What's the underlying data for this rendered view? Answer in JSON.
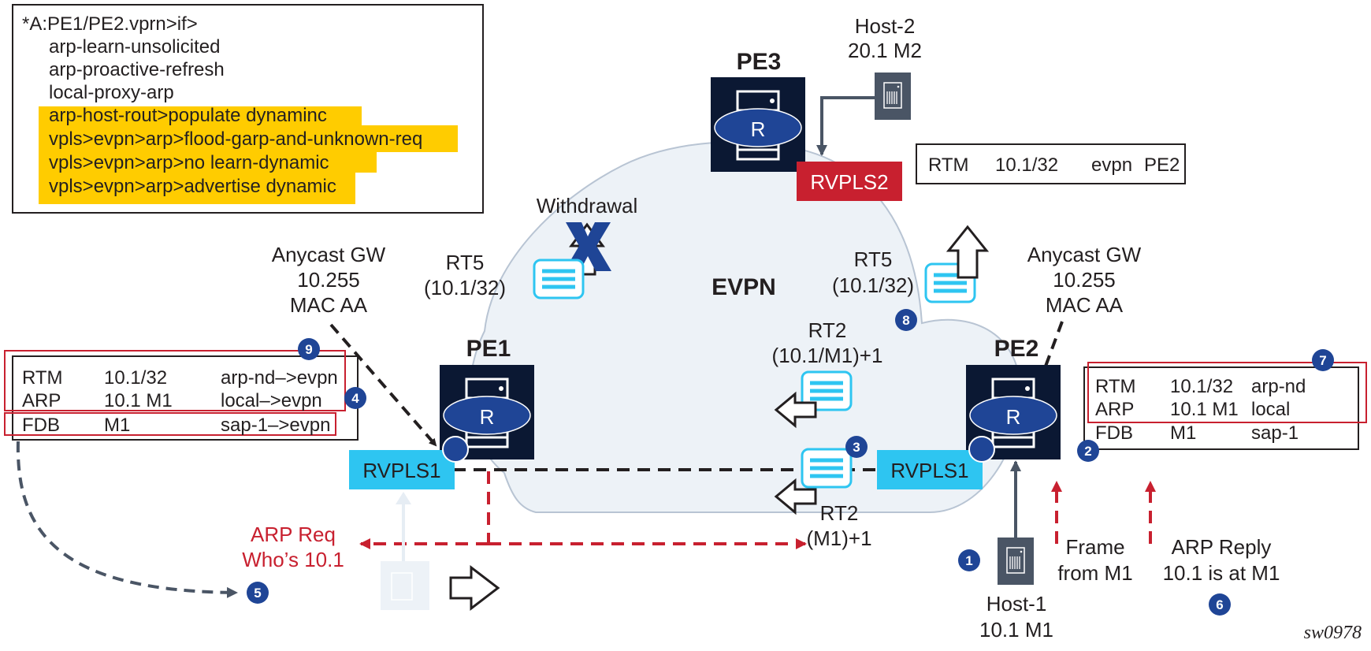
{
  "config_box": {
    "prompt": "*A:PE1/PE2.vprn>if>",
    "lines": [
      {
        "text": "arp-learn-unsolicited",
        "highlighted": false
      },
      {
        "text": "arp-proactive-refresh",
        "highlighted": false
      },
      {
        "text": "local-proxy-arp",
        "highlighted": false
      },
      {
        "text": "arp-host-rout>populate dynaminc",
        "highlighted": true
      },
      {
        "text": "vpls>evpn>arp>flood-garp-and-unknown-req",
        "highlighted": true
      },
      {
        "text": "vpls>evpn>arp>no learn-dynamic",
        "highlighted": true
      },
      {
        "text": "vpls>evpn>arp>advertise dynamic",
        "highlighted": true
      }
    ]
  },
  "cloud": {
    "label": "EVPN"
  },
  "routers": {
    "pe1": {
      "label": "PE1",
      "icon_letter": "R",
      "service": "RVPLS1"
    },
    "pe2": {
      "label": "PE2",
      "icon_letter": "R",
      "service": "RVPLS1"
    },
    "pe3": {
      "label": "PE3",
      "icon_letter": "R",
      "service": "RVPLS2"
    }
  },
  "hosts": {
    "host1": {
      "name": "Host-1",
      "addr": "10.1 M1"
    },
    "host2": {
      "name": "Host-2",
      "addr": "20.1 M2"
    }
  },
  "anycast_left": {
    "line1": "Anycast GW",
    "line2": "10.255",
    "line3": "MAC AA"
  },
  "anycast_right": {
    "line1": "Anycast GW",
    "line2": "10.255",
    "line3": "MAC AA"
  },
  "routes": {
    "rt5_left": {
      "line1": "RT5",
      "line2": "(10.1/32)"
    },
    "withdrawal": "Withdrawal",
    "rt5_right": {
      "line1": "RT5",
      "line2": "(10.1/32)"
    },
    "rt2_upper": {
      "line1": "RT2",
      "line2": "(10.1/M1)+1"
    },
    "rt2_lower": {
      "line1": "RT2",
      "line2": "(M1)+1"
    }
  },
  "pe3_table": {
    "rows": [
      [
        "RTM",
        "10.1/32",
        "evpn",
        "PE2"
      ]
    ]
  },
  "pe1_table": {
    "rows": [
      [
        "RTM",
        "10.1/32",
        "arp-nd–>evpn"
      ],
      [
        "ARP",
        "10.1 M1",
        "local–>evpn"
      ],
      [
        "FDB",
        "M1",
        "sap-1–>evpn"
      ]
    ]
  },
  "pe2_table": {
    "rows": [
      [
        "RTM",
        "10.1/32",
        "arp-nd"
      ],
      [
        "ARP",
        "10.1 M1",
        "local"
      ],
      [
        "FDB",
        "M1",
        "sap-1"
      ]
    ]
  },
  "arp_req": {
    "line1": "ARP Req",
    "line2": "Who’s 10.1"
  },
  "frame": {
    "line1": "Frame",
    "line2": "from M1"
  },
  "arp_reply": {
    "line1": "ARP Reply",
    "line2": "10.1 is at M1"
  },
  "steps": [
    "1",
    "2",
    "3",
    "4",
    "5",
    "6",
    "7",
    "8",
    "9"
  ],
  "figure_tag": "sw0978",
  "colors": {
    "router_bg": "#0b1833",
    "router_oval": "#1f4596",
    "badge": "#1f4596",
    "rvpls1": "#2ec5f1",
    "rvpls2": "#c8202f",
    "highlight": "#ffcc00",
    "cloud": "#edf2f7",
    "host": "#4a5565",
    "red_line": "#c8202f"
  }
}
